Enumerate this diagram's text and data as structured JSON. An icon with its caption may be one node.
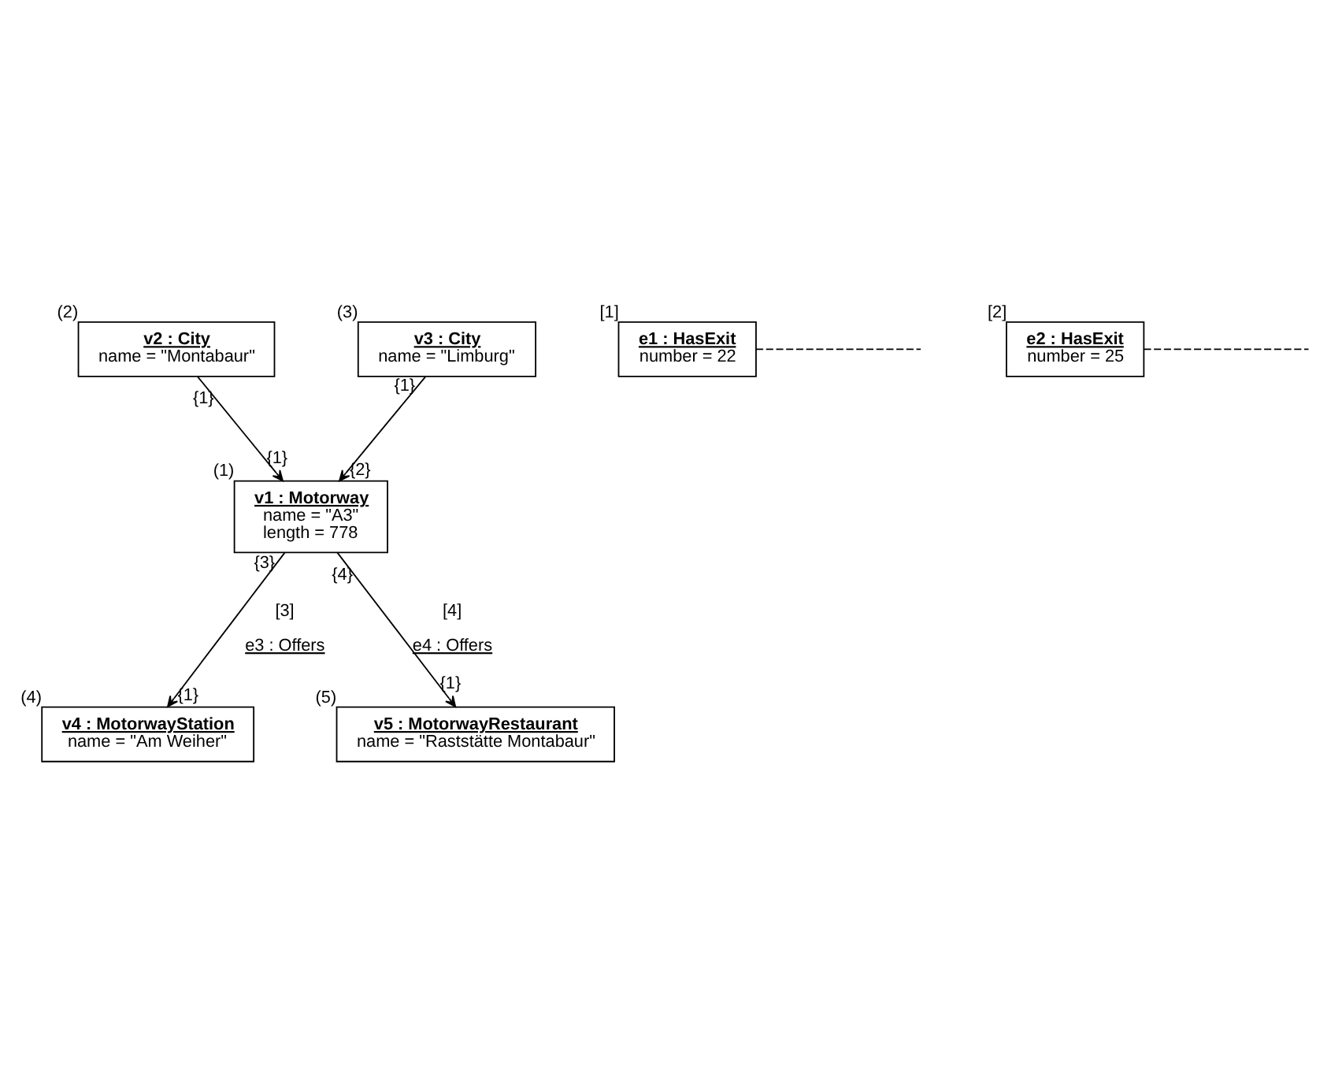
{
  "diagram": {
    "nodes": [
      {
        "text": [
          "v2 : City",
          "name = \"Montabaur\""
        ],
        "beside": [
          "(2)"
        ]
      },
      {
        "text": [
          "v3 : City",
          "name = \"Limburg\""
        ],
        "beside": [
          "(3)"
        ]
      },
      {
        "text": [
          "e1 : HasExit",
          "number = 22"
        ],
        "beside": [
          "[1]"
        ]
      },
      {
        "text": [
          "e2 : HasExit",
          "number = 25"
        ],
        "beside": [
          "[2]"
        ]
      },
      {
        "text": [
          "v1 : Motorway",
          "name = \"A3\"",
          "length = 778"
        ],
        "beside": [
          "(1)"
        ]
      },
      {
        "text": [
          "v4 : MotorwayStation",
          "name = \"Am Weiher\""
        ],
        "beside": [
          "(4)"
        ]
      },
      {
        "text": [
          "v5 : MotorwayRestaurant",
          "name = \"Raststätte Montabaur\""
        ],
        "beside": [
          "(5)"
        ]
      }
    ],
    "edges": [
      {
        "from": 0,
        "to": 4,
        "arrow": "to"
      },
      {
        "from": 1,
        "to": 4,
        "arrow": "to"
      },
      {
        "from": 2,
        "to": null,
        "arrow": "none",
        "style": "dashed"
      },
      {
        "from": 3,
        "to": null,
        "arrow": "none",
        "style": "dashed"
      },
      {
        "from": 4,
        "to": 5,
        "arrow": "to",
        "label": "e3 : Offers"
      },
      {
        "from": 4,
        "to": 6,
        "arrow": "to",
        "label": "e4 : Offers"
      }
    ],
    "labels": [
      "{1}",
      "{1}",
      "{1}",
      "{2}",
      "{3}",
      "{4}",
      "[3]",
      "[4]",
      "{1}",
      "{1}"
    ]
  }
}
